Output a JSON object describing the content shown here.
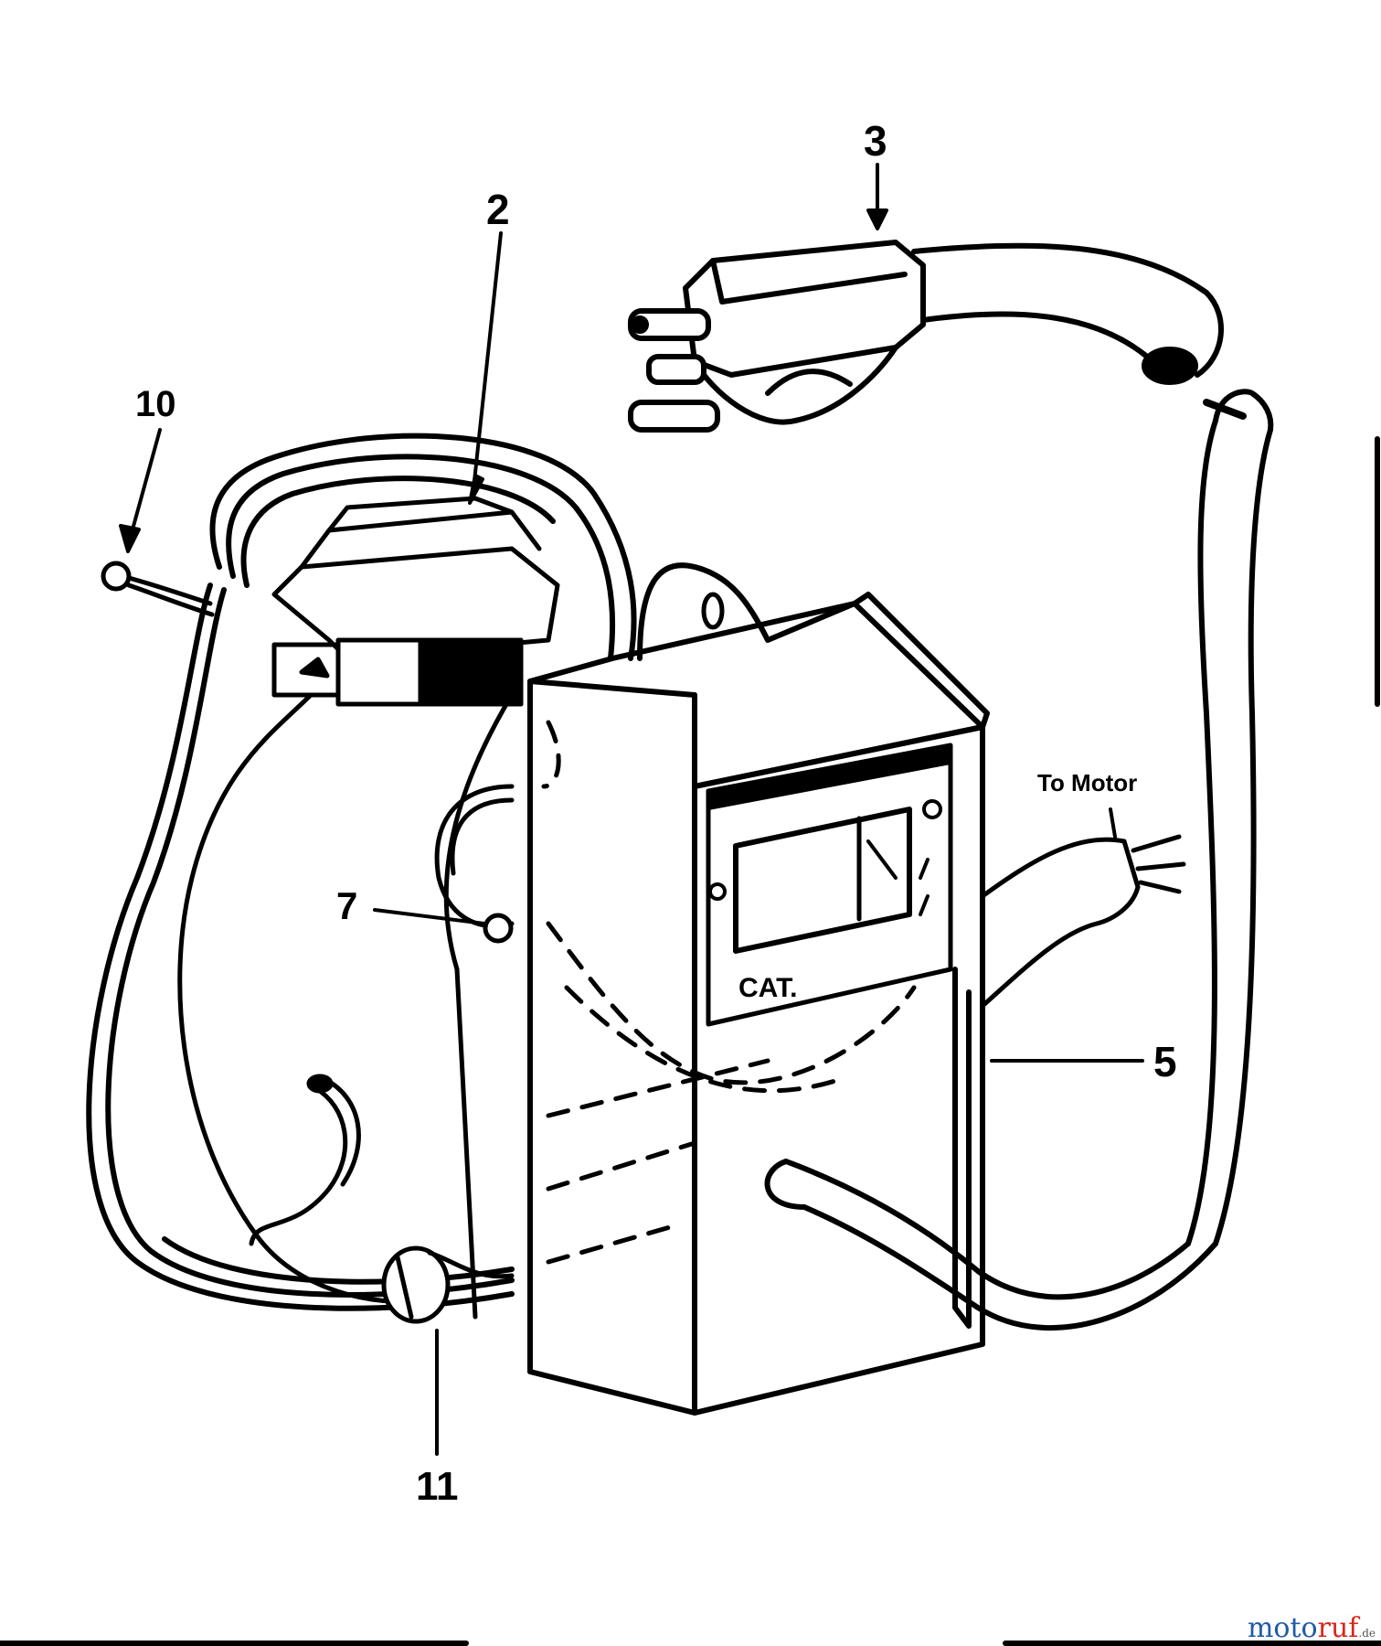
{
  "callouts": {
    "c2": "2",
    "c3": "3",
    "c5": "5",
    "c7": "7",
    "c10": "10",
    "c11": "11"
  },
  "labels": {
    "to_motor": "To Motor",
    "cat": "CAT."
  },
  "watermark": {
    "part1": "moto",
    "part2": "ruf",
    "tld": ".de"
  },
  "colors": {
    "line": "#000000",
    "background": "#ffffff",
    "brand_blue": "#1f5aa8",
    "brand_red": "#d9261c"
  }
}
